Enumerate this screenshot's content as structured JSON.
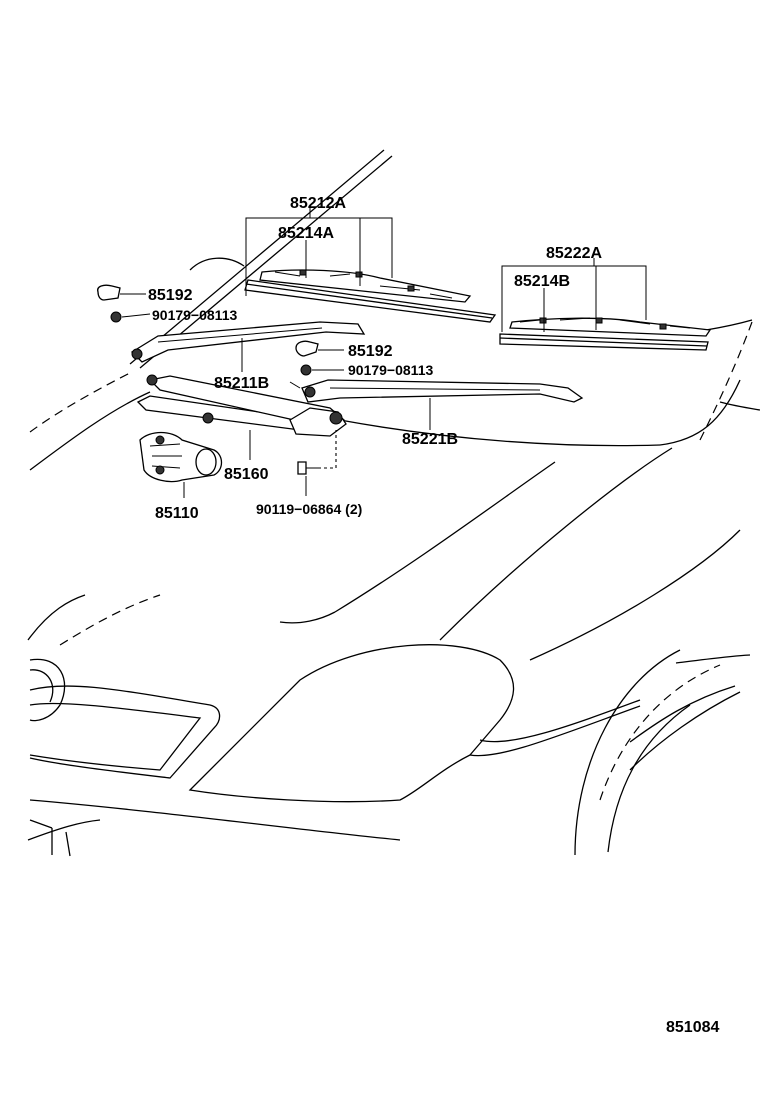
{
  "diagram_id": "851084",
  "callouts": {
    "p85212A": "85212A",
    "p85214A": "85214A",
    "p85222A": "85222A",
    "p85214B": "85214B",
    "p85192_top": "85192",
    "p90179_top": "90179−08113",
    "p85192_mid": "85192",
    "p90179_mid": "90179−08113",
    "p85211B": "85211B",
    "p85221B": "85221B",
    "p85160": "85160",
    "p85110": "85110",
    "p90119": "90119−06864 (2)"
  }
}
